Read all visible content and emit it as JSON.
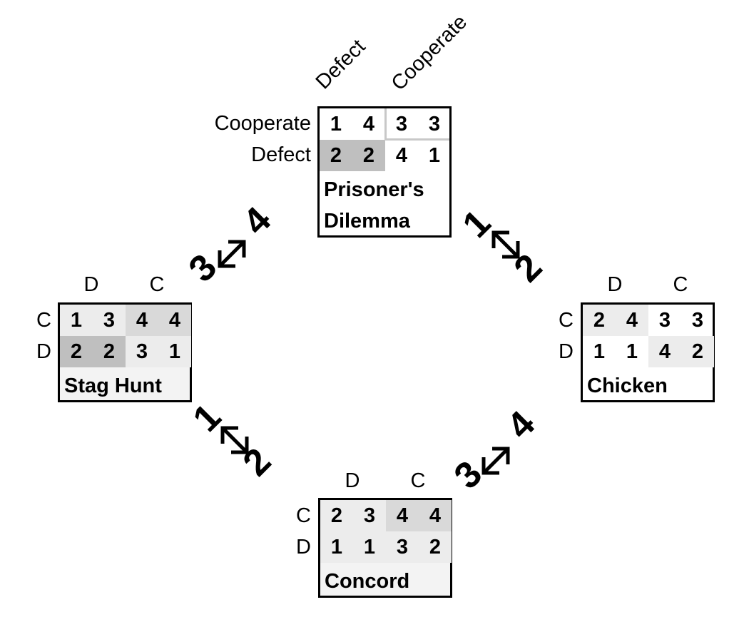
{
  "games": {
    "pd": {
      "name_line1": "Prisoner's",
      "name_line2": "Dilemma",
      "col_labels": [
        "Defect",
        "Cooperate"
      ],
      "row_labels": [
        "Cooperate",
        "Defect"
      ],
      "cells": [
        [
          "1",
          "4",
          "3",
          "3"
        ],
        [
          "2",
          "2",
          "4",
          "1"
        ]
      ]
    },
    "sh": {
      "name": "Stag Hunt",
      "col_labels": [
        "D",
        "C"
      ],
      "row_labels": [
        "C",
        "D"
      ],
      "cells": [
        [
          "1",
          "3",
          "4",
          "4"
        ],
        [
          "2",
          "2",
          "3",
          "1"
        ]
      ]
    },
    "ch": {
      "name": "Chicken",
      "col_labels": [
        "D",
        "C"
      ],
      "row_labels": [
        "C",
        "D"
      ],
      "cells": [
        [
          "2",
          "4",
          "3",
          "3"
        ],
        [
          "1",
          "1",
          "4",
          "2"
        ]
      ]
    },
    "co": {
      "name": "Concord",
      "col_labels": [
        "D",
        "C"
      ],
      "row_labels": [
        "C",
        "D"
      ],
      "cells": [
        [
          "2",
          "3",
          "4",
          "4"
        ],
        [
          "1",
          "1",
          "3",
          "2"
        ]
      ]
    }
  },
  "swaps": {
    "pd_sh": {
      "from": "3",
      "to": "4"
    },
    "pd_ch": {
      "from": "1",
      "to": "2"
    },
    "sh_co": {
      "from": "1",
      "to": "2"
    },
    "ch_co": {
      "from": "3",
      "to": "4"
    }
  },
  "colors": {
    "dark_gray": "#bfbfbf",
    "mid_gray": "#d9d9d9",
    "light_gray": "#ececec"
  }
}
